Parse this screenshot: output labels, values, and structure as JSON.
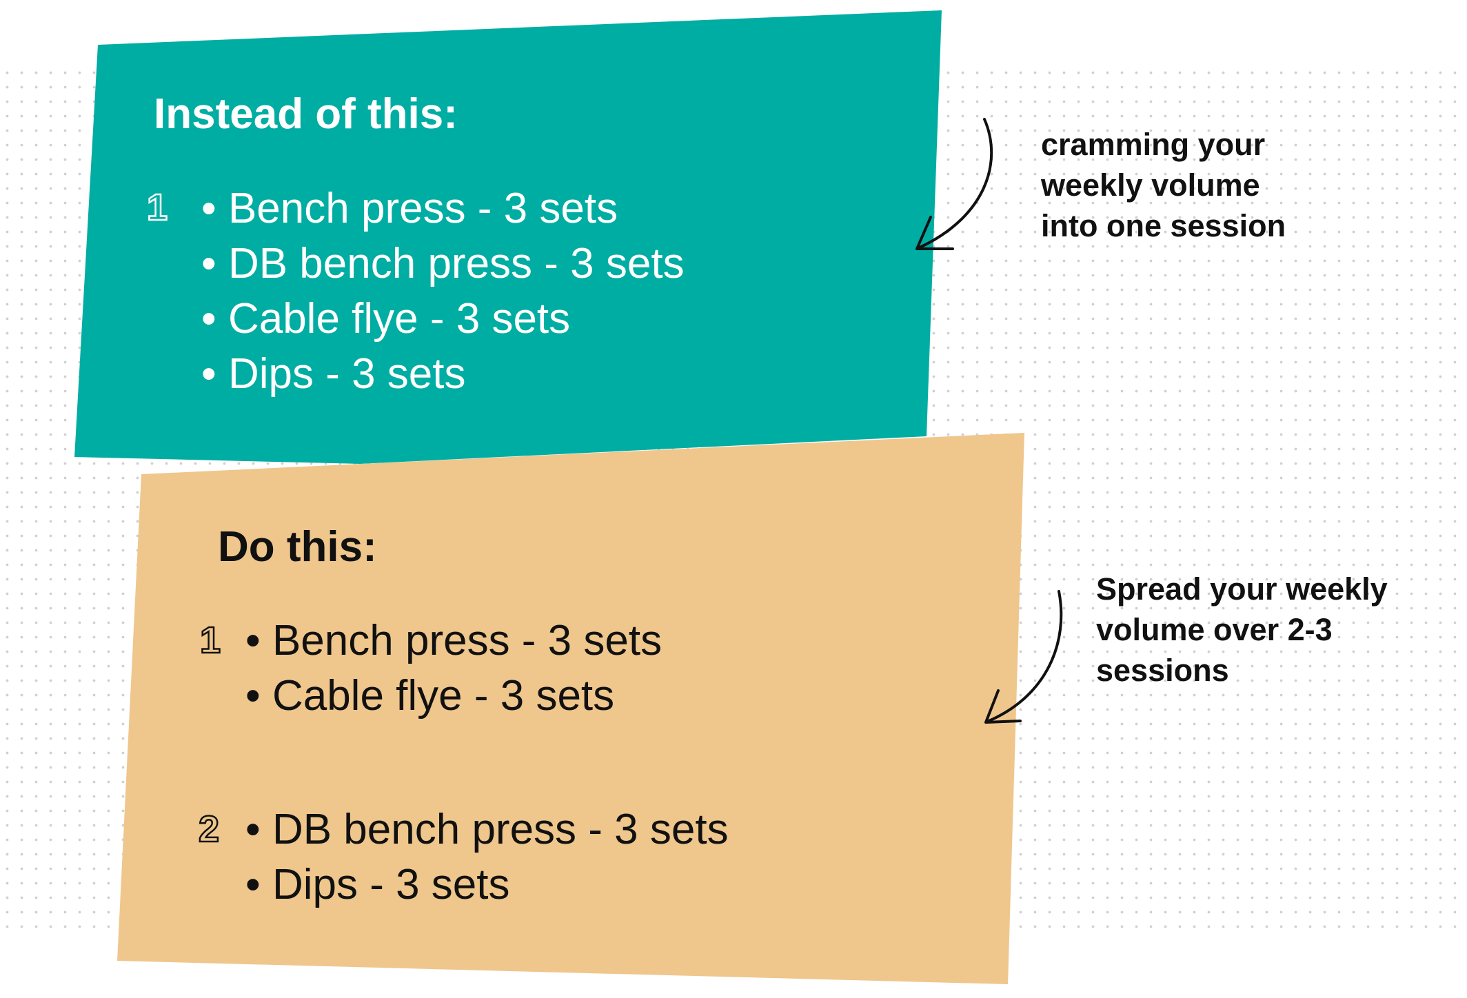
{
  "instead_card": {
    "heading": "Instead of this:",
    "background": "#00ada3",
    "sessions": [
      {
        "number": "1",
        "exercises": [
          "Bench press - 3 sets",
          "DB bench press - 3 sets",
          "Cable flye - 3 sets",
          "Dips - 3 sets"
        ]
      }
    ]
  },
  "do_card": {
    "heading": "Do this:",
    "background": "#efc68c",
    "sessions": [
      {
        "number": "1",
        "exercises": [
          "Bench press - 3 sets",
          "Cable flye - 3 sets"
        ]
      },
      {
        "number": "2",
        "exercises": [
          "DB bench press - 3 sets",
          "Dips - 3 sets"
        ]
      }
    ]
  },
  "annotations": {
    "cramming": "cramming your\nweekly volume\ninto one session",
    "spread": "Spread your weekly\nvolume over 2-3\nsessions"
  },
  "icons": {
    "curved_arrow": "curved-arrow-icon"
  }
}
